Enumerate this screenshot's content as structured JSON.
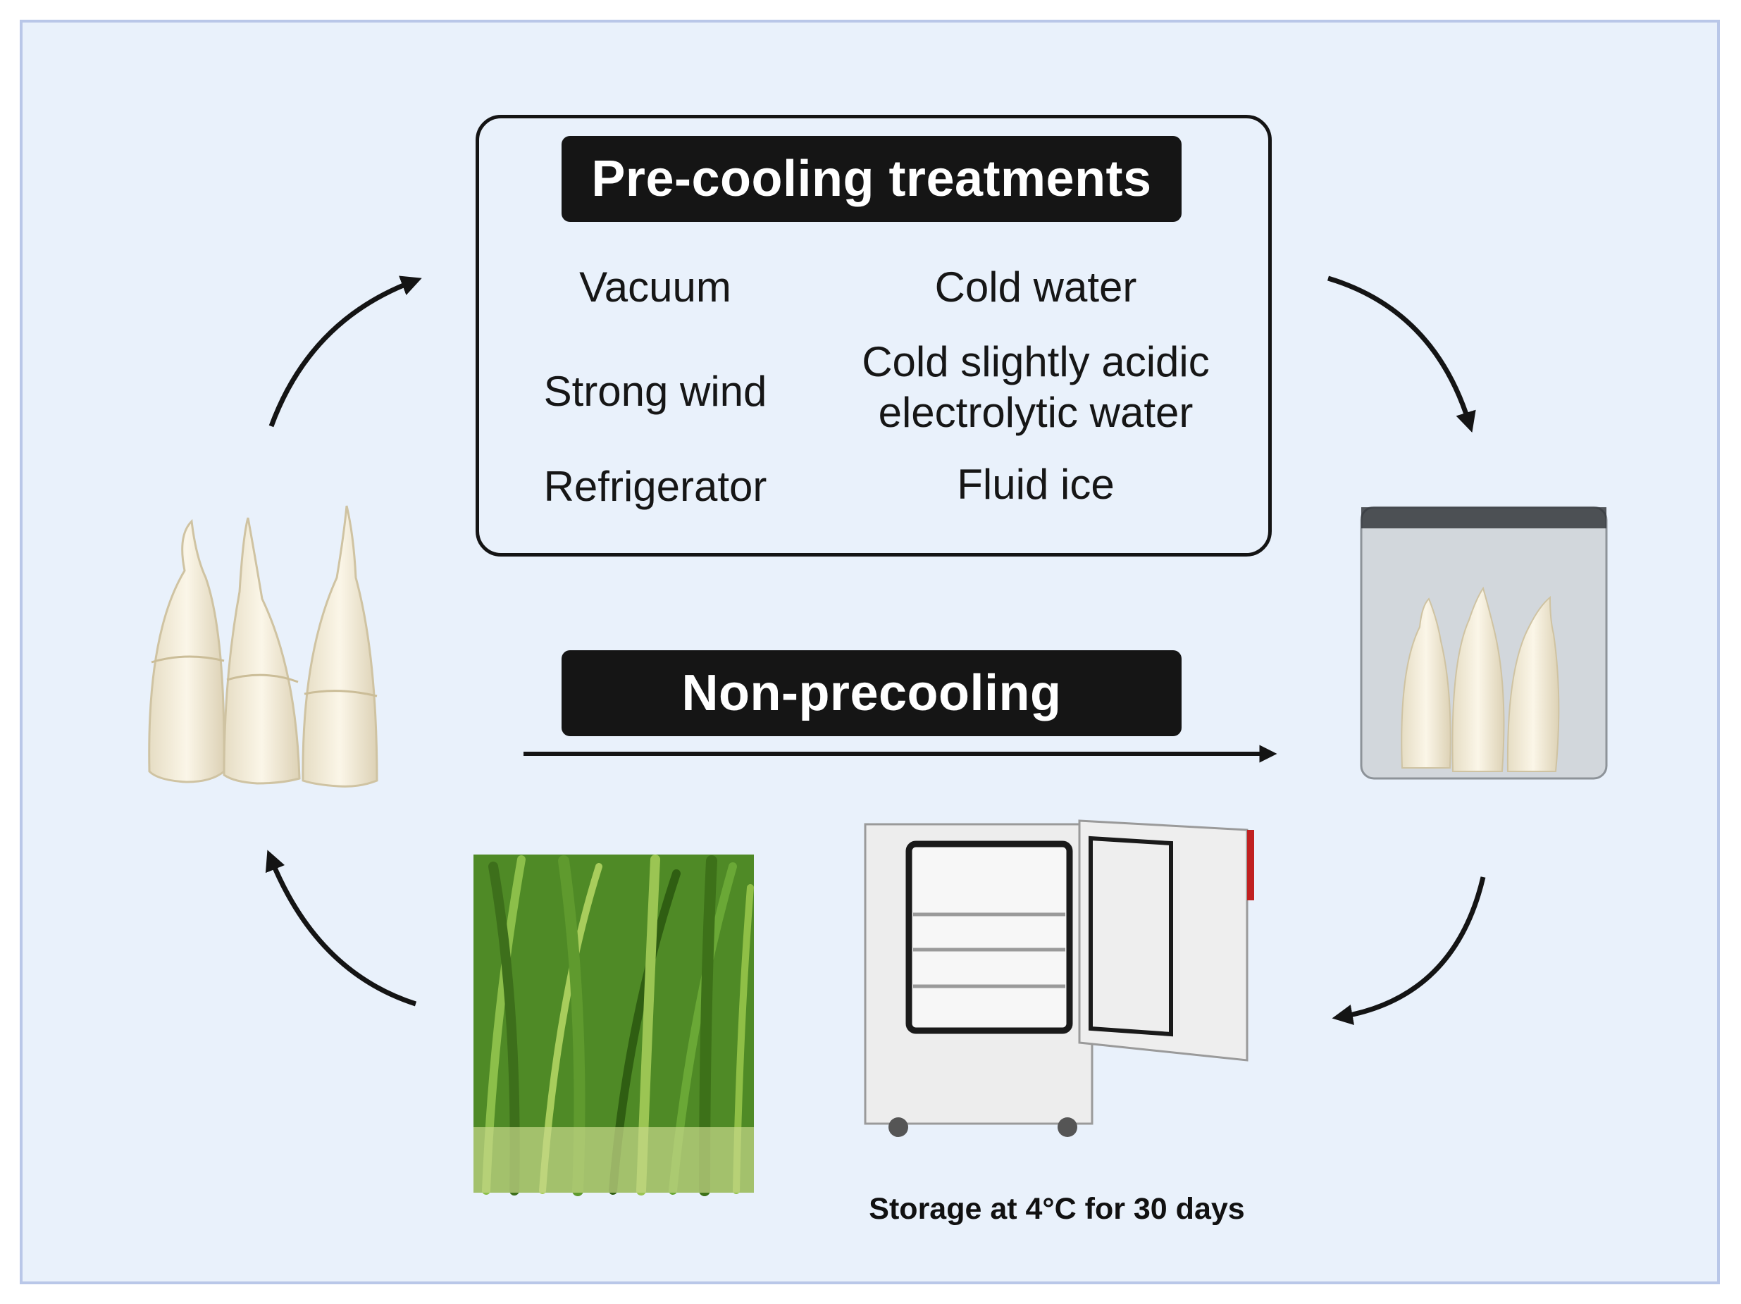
{
  "diagram": {
    "precooling_title": "Pre-cooling  treatments",
    "treatments_left": [
      "Vacuum",
      "Strong wind",
      "Refrigerator"
    ],
    "treatments_right": [
      "Cold water",
      "Cold slightly acidic\nelectrolytic water",
      "Fluid ice"
    ],
    "nonprecooling_title": "Non-precooling",
    "storage_caption": "Storage at 4°C for 30 days"
  },
  "colors": {
    "background": "#e9f1fb",
    "frame": "#b9c7e8",
    "label_fill": "#151515",
    "arrow": "#141414",
    "leaf_green": "#5e9b2f",
    "shoot_cream": "#f1ead6"
  },
  "icons": [
    "bamboo-shoots-image",
    "bagged-shoots-image",
    "climate-chamber-image",
    "green-leaves-image"
  ]
}
